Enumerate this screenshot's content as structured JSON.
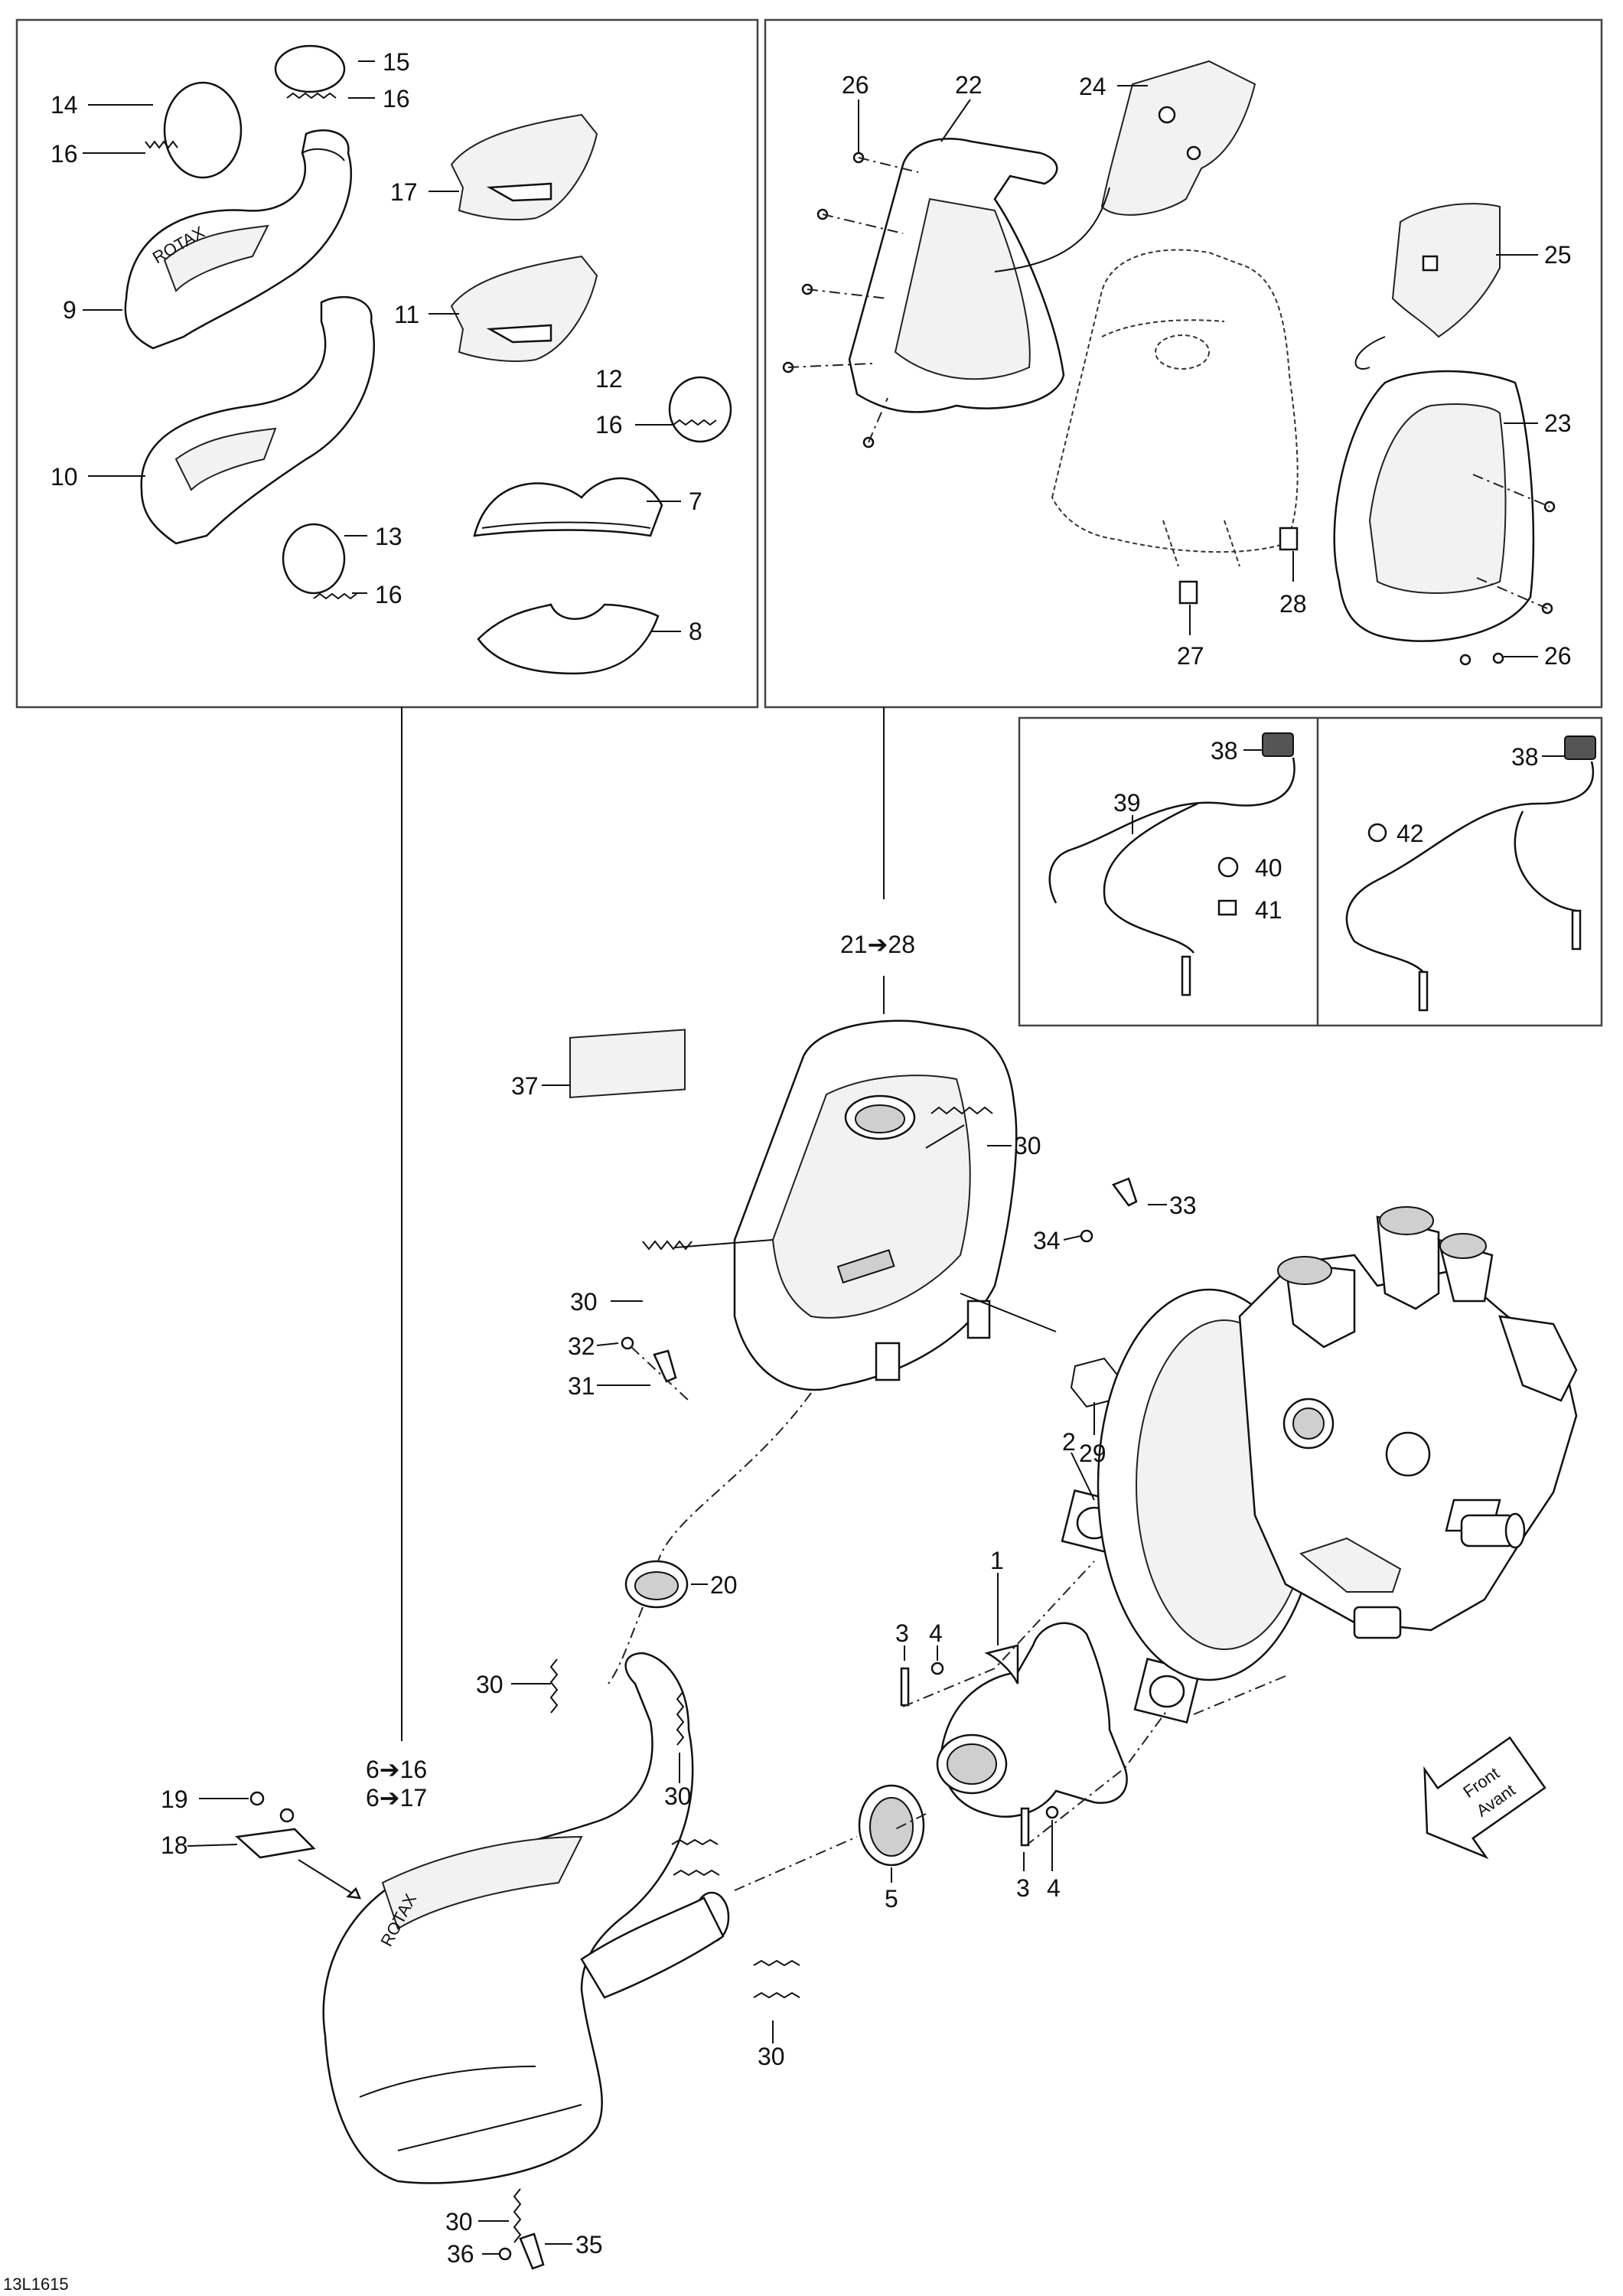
{
  "drawing_code": "13L1615",
  "front_arrow": {
    "line1": "Front",
    "line2": "Avant"
  },
  "logo_text": "ROTAX",
  "callouts": {
    "c1": "1",
    "c2": "2",
    "c3a": "3",
    "c3b": "3",
    "c4a": "4",
    "c4b": "4",
    "c5": "5",
    "c7": "7",
    "c8": "8",
    "c9": "9",
    "c10": "10",
    "c11": "11",
    "c12": "12",
    "c13": "13",
    "c14": "14",
    "c15": "15",
    "c16a": "16",
    "c16b": "16",
    "c16c": "16",
    "c16d": "16",
    "c17": "17",
    "c18": "18",
    "c19": "19",
    "c20": "20",
    "c22": "22",
    "c23": "23",
    "c24": "24",
    "c25": "25",
    "c26a": "26",
    "c26b": "26",
    "c27": "27",
    "c28": "28",
    "c29": "29",
    "c30a": "30",
    "c30b": "30",
    "c30c": "30",
    "c30d": "30",
    "c30e": "30",
    "c30f": "30",
    "c31": "31",
    "c32": "32",
    "c33": "33",
    "c34": "34",
    "c35": "35",
    "c36": "36",
    "c37": "37",
    "c38a": "38",
    "c38b": "38",
    "c39": "39",
    "c40": "40",
    "c41": "41",
    "c42": "42",
    "r21_28": "21➔28",
    "r6_16": "6➔16",
    "r6_17": "6➔17"
  }
}
